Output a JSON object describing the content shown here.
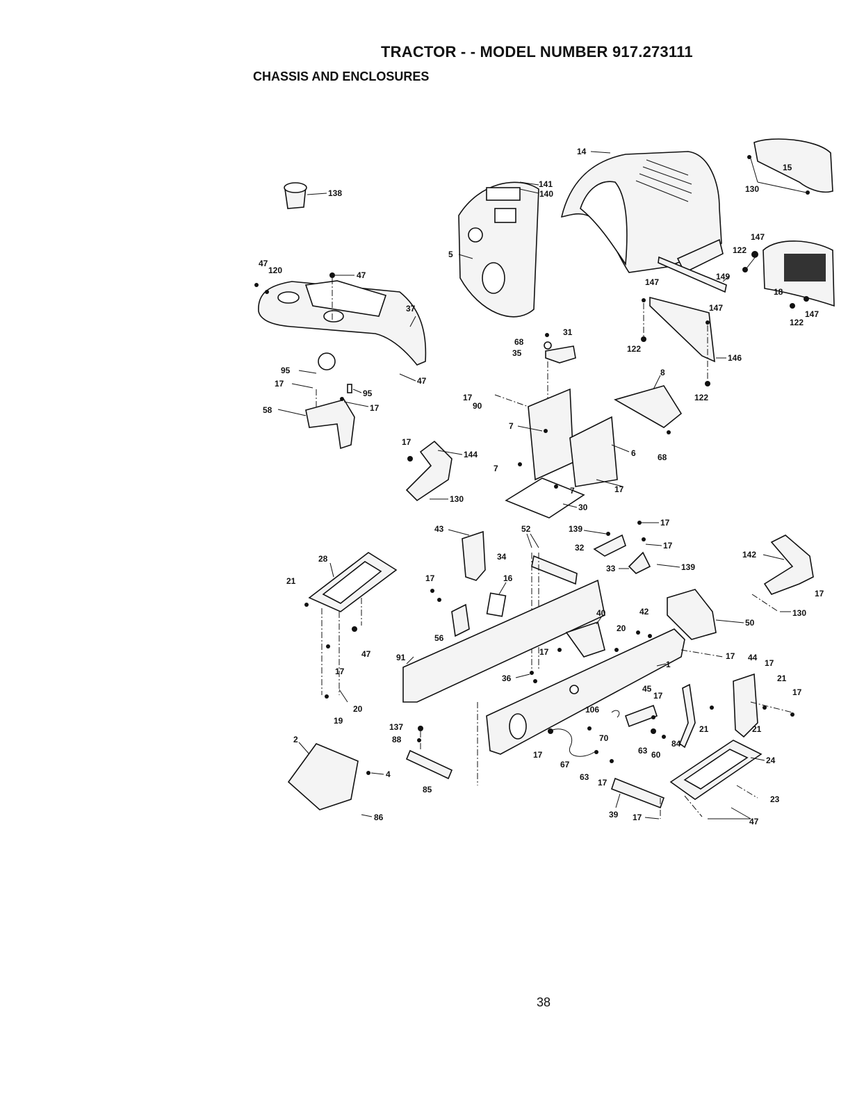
{
  "header": {
    "title": "TRACTOR - - MODEL NUMBER 917.273111",
    "subtitle": "CHASSIS AND ENCLOSURES"
  },
  "page_number": "38",
  "callouts": {
    "c14": "14",
    "c15": "15",
    "c130a": "130",
    "c147a": "147",
    "c122a": "122",
    "c149": "149",
    "c18": "18",
    "c147b": "147",
    "c122b": "122",
    "c141": "141",
    "c140": "140",
    "c5": "5",
    "c138": "138",
    "c47a": "47",
    "c120": "120",
    "c47b": "47",
    "c37": "37",
    "c147c": "147",
    "c147d": "147",
    "c122c": "122",
    "c146": "146",
    "c122d": "122",
    "c68a": "68",
    "c31": "31",
    "c35": "35",
    "c8": "8",
    "c95a": "95",
    "c17a": "17",
    "c47c": "47",
    "c95b": "95",
    "c17b": "17",
    "c58": "58",
    "c17c": "17",
    "c90": "90",
    "c68b": "68",
    "c7a": "7",
    "c6": "6",
    "c17d": "17",
    "c144": "144",
    "c7b": "7",
    "c7c": "7",
    "c17e": "17",
    "c130b": "130",
    "c30": "30",
    "c43": "43",
    "c52": "52",
    "c139a": "139",
    "c17f": "17",
    "c17g": "17",
    "c32": "32",
    "c34": "34",
    "c33": "33",
    "c139b": "139",
    "c142": "142",
    "c28": "28",
    "c21a": "21",
    "c17h": "17",
    "c16": "16",
    "c17i": "17",
    "c130c": "130",
    "c42": "42",
    "c50": "50",
    "c40": "40",
    "c56": "56",
    "c47d": "47",
    "c20a": "20",
    "c17j": "17",
    "c17k": "17",
    "c44": "44",
    "c17l": "17",
    "c91": "91",
    "c1": "1",
    "c21b": "21",
    "c17m": "17",
    "c17n": "17",
    "c36": "36",
    "c45": "45",
    "c17o": "17",
    "c20b": "20",
    "c19": "19",
    "c106": "106",
    "c137": "137",
    "c88": "88",
    "c70": "70",
    "c21c": "21",
    "c21d": "21",
    "c63a": "63",
    "c60": "60",
    "c84": "84",
    "c17p": "17",
    "c67": "67",
    "c2": "2",
    "c4": "4",
    "c24": "24",
    "c63b": "63",
    "c17q": "17",
    "c85": "85",
    "c23": "23",
    "c86": "86",
    "c39": "39",
    "c17r": "17",
    "c47e": "47"
  }
}
